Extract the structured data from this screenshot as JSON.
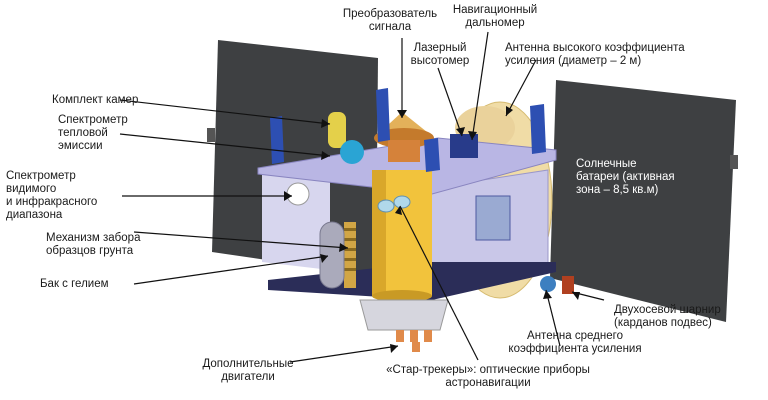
{
  "labels": {
    "converter": "Преобразователь\nсигнала",
    "nav_range": "Навигационный\nдальномер",
    "laser": "Лазерный\nвысотомер",
    "hga": "Антенна высокого коэффициента\nусиления (диаметр – 2 м)",
    "camera": "Комплект камер",
    "thermal": "Спектрометр\nтепловой\nэмиссии",
    "visir": "Спектрометр\nвидимого\nи инфракрасного\nдиапазона",
    "sampler": "Механизм забора\nобразцов грунта",
    "helium": "Бак с гелием",
    "solar": "Солнечные\nбатареи (активная\nзона – 8,5 кв.м)",
    "gimbal": "Двухосевой шарнир\n(карданов подвес)",
    "mga": "Антенна среднего\nкоэффициента усиления",
    "thrusters": "Дополнительные\nдвигатели",
    "startrackers": "«Стар-трекеры»: оптические приборы\nастронавигации"
  },
  "colors": {
    "panel": "#3e4042",
    "deck": "#b9b6e4",
    "body": "#c9c7e8",
    "gold": "#f2c33c",
    "bracket": "#2d4fb2"
  }
}
